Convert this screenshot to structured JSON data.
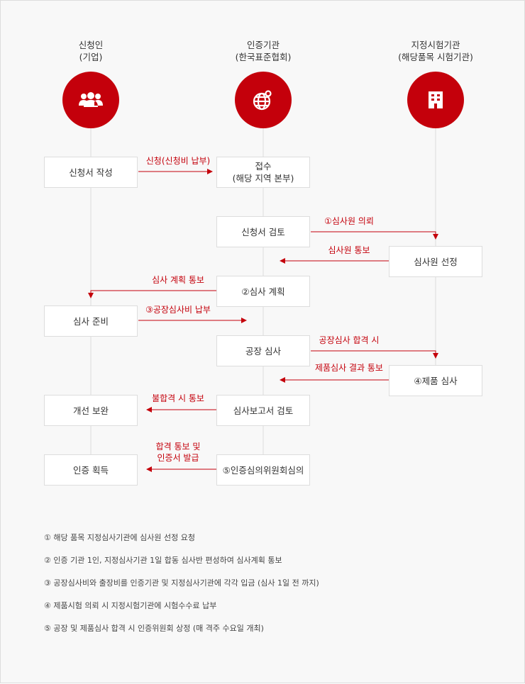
{
  "columns": [
    {
      "title": "신청인",
      "subtitle": "(기업)",
      "icon": "people-icon"
    },
    {
      "title": "인증기관",
      "subtitle": "(한국표준협회)",
      "icon": "globe-pin-icon"
    },
    {
      "title": "지정시험기관",
      "subtitle": "(해당품목 시험기관)",
      "icon": "building-icon"
    }
  ],
  "steps": {
    "apply_write": "신청서 작성",
    "receive_1": "접수",
    "receive_2": "(해당 지역 본부)",
    "review_app": "신청서 검토",
    "select_auditor": "심사원 선정",
    "audit_plan": "②심사 계획",
    "audit_prep": "심사 준비",
    "factory_audit": "공장 심사",
    "product_audit": "④제품 심사",
    "improve": "개선 보완",
    "report_review": "심사보고서 검토",
    "cert_get": "인증 획득",
    "committee": "⑤인증심의위원회심의"
  },
  "arrows": {
    "apply": "신청(신청비 납부)",
    "request_auditor": "①심사원 의뢰",
    "notify_auditor": "심사원 통보",
    "notify_plan": "심사 계획 통보",
    "pay_fee": "③공장심사비 납부",
    "factory_pass": "공장심사 합격 시",
    "product_result": "제품심사 결과 통보",
    "fail_notice": "불합격 시 통보",
    "pass_1": "합격 통보 및",
    "pass_2": "인증서 발급"
  },
  "notes": [
    "① 해당 품목 지정심사기관에 심사원 선정 요청",
    "② 인증 기관 1인, 지정심사기관 1일 합동 심사반 편성하여 심사계획 통보",
    "③ 공장심사비와 출장비를 인증기관 및 지정심사기관에 각각 입금 (심사 1일 전 까지)",
    "④ 제품시험 의뢰 시 지정시험기관에 시험수수료 납부",
    "⑤ 공장 및 제품심사 합격 시 인증위원회 상정 (매 격주 수요일 개최)"
  ],
  "colors": {
    "accent": "#c4000b",
    "line": "#dddddd"
  }
}
